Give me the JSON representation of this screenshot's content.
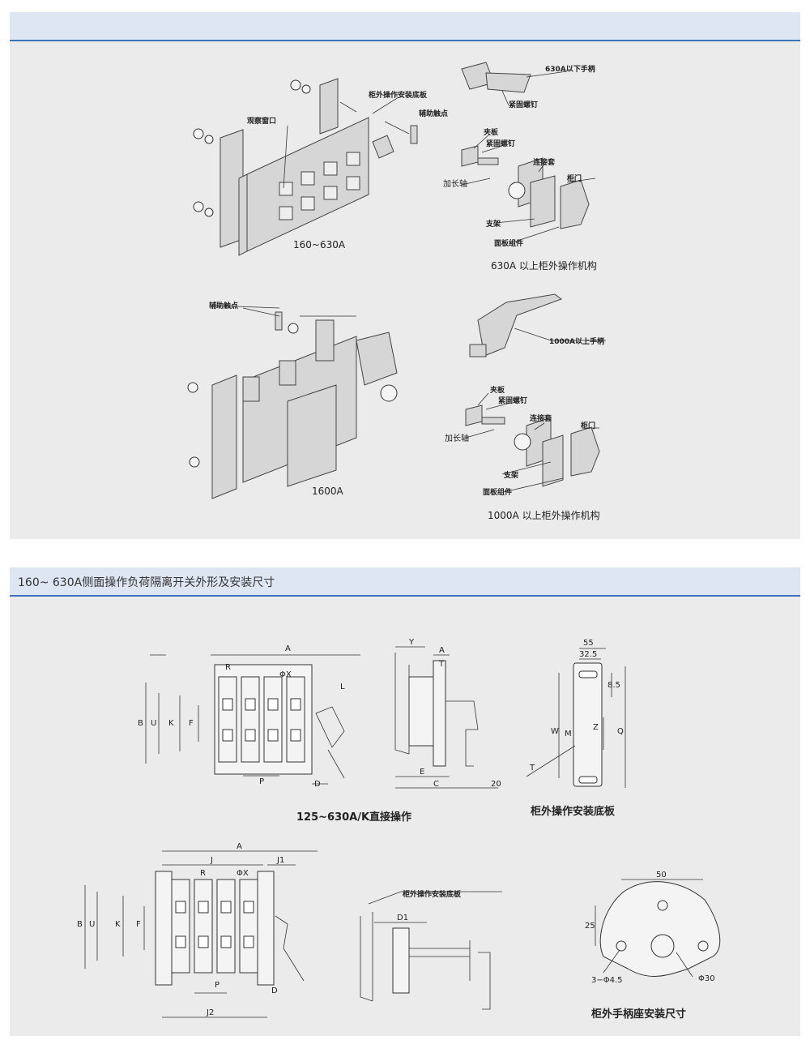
{
  "section1": {
    "title": "",
    "labels_top": {
      "window": "观察窗口",
      "mount_plate": "柜外操作安装底板",
      "aux_contact": "辅助触点",
      "model": "160~630A",
      "handle": "630A以下手柄",
      "screw1": "紧固螺钉",
      "clamp": "夹板",
      "screw2": "紧固螺钉",
      "ext_shaft": "加长轴",
      "coupling": "连接套",
      "door": "柜门",
      "bracket": "支架",
      "panel_assy": "面板组件",
      "caption": "630A 以上柜外操作机构"
    },
    "labels_bottom": {
      "aux_contact": "辅助触点",
      "model": "1600A",
      "handle": "1000A以上手柄",
      "clamp": "夹板",
      "screw": "紧固螺钉",
      "coupling": "连接套",
      "door": "柜门",
      "ext_shaft": "加长轴",
      "bracket": "支架",
      "panel_assy": "面板组件",
      "caption": "1000A 以上柜外操作机构"
    }
  },
  "section2": {
    "title": "160~ 630A侧面操作负荷隔离开关外形及安装尺寸",
    "fig1": {
      "caption": "125~630A/K直接操作",
      "dims": {
        "A": "A",
        "R": "R",
        "X": "ΦX",
        "B": "B",
        "U": "U",
        "K": "K",
        "F": "F",
        "P": "P",
        "D": "D",
        "L": "L"
      }
    },
    "fig2": {
      "dims": {
        "Y": "Y",
        "A": "A",
        "T": "T",
        "E": "E",
        "C": "C",
        "n20": "20"
      }
    },
    "fig3": {
      "caption": "柜外操作安装底板",
      "dims": {
        "n55": "55",
        "n325": "32.5",
        "n85": "8.5",
        "W": "W",
        "M": "M",
        "Z": "Z",
        "Q": "Q",
        "T": "T"
      }
    },
    "fig4": {
      "dims": {
        "A": "A",
        "J": "J",
        "J1": "J1",
        "R": "R",
        "X": "ΦX",
        "B": "B",
        "U": "U",
        "K": "K",
        "F": "F",
        "P": "P",
        "D": "D",
        "J2": "J2"
      }
    },
    "fig5": {
      "label": "柜外操作安装底板",
      "dims": {
        "D1": "D1"
      }
    },
    "fig6": {
      "caption": "柜外手柄座安装尺寸",
      "dims": {
        "n50": "50",
        "n25": "25",
        "holes": "3−Φ4.5",
        "center": "Φ30"
      }
    }
  }
}
